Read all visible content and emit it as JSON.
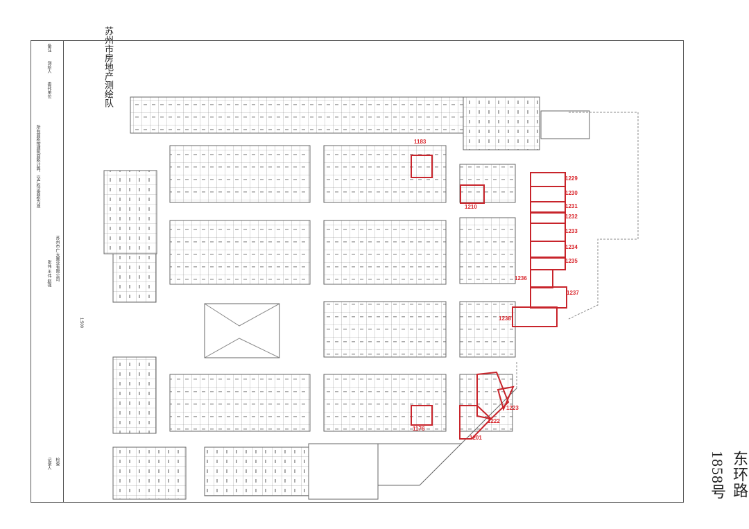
{
  "org_name": "苏州市房地产测绘队",
  "road_label": "东环路1858号",
  "side_labels": {
    "owner_label": "委托单位",
    "surveyor_label": "测绘人",
    "note_label": "备注",
    "client_name": "苏州市广大置业有限公司",
    "staff_names": "张伟  王伟  赵强",
    "scale": "1:500",
    "note_text": "所有面积按建筑面积计算，以产权证面积为准",
    "checker_label": "检查",
    "recorder_label": "记录人"
  },
  "highlighted_units": [
    {
      "id": "1183",
      "label": "1183"
    },
    {
      "id": "1210",
      "label": "1210"
    },
    {
      "id": "1229",
      "label": "1229"
    },
    {
      "id": "1230",
      "label": "1230"
    },
    {
      "id": "1231",
      "label": "1231"
    },
    {
      "id": "1232",
      "label": "1232"
    },
    {
      "id": "1233",
      "label": "1233"
    },
    {
      "id": "1234",
      "label": "1234"
    },
    {
      "id": "1235",
      "label": "1235"
    },
    {
      "id": "1236",
      "label": "1236"
    },
    {
      "id": "1237",
      "label": "1237"
    },
    {
      "id": "1238",
      "label": "1238"
    },
    {
      "id": "1223",
      "label": "1223"
    },
    {
      "id": "1222",
      "label": "1222"
    },
    {
      "id": "1201",
      "label": "1201"
    },
    {
      "id": "1176",
      "label": "1176"
    }
  ],
  "colors": {
    "highlight": "#c8242b",
    "label": "#d9262c",
    "line": "#666666"
  }
}
